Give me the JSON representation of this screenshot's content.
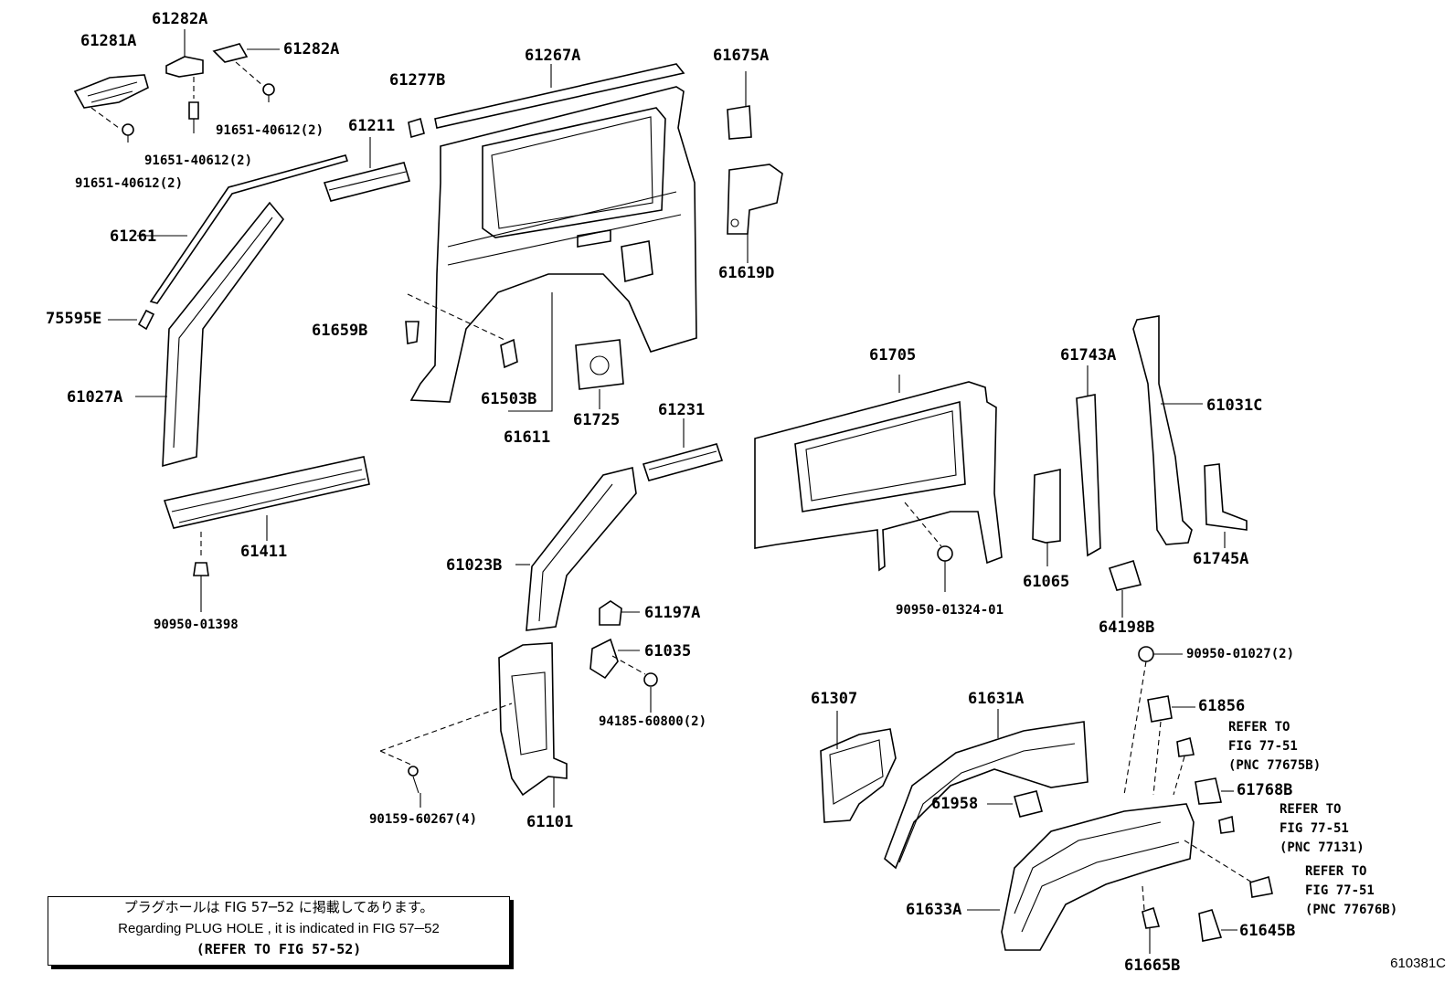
{
  "parts": {
    "p61281A": "61281A",
    "p61282A_1": "61282A",
    "p61282A_2": "61282A",
    "p91651_a": "91651-40612(2)",
    "p91651_b": "91651-40612(2)",
    "p91651_c": "91651-40612(2)",
    "p61267A": "61267A",
    "p61277B": "61277B",
    "p61211": "61211",
    "p61675A": "61675A",
    "p61619D": "61619D",
    "p61261": "61261",
    "p75595E": "75595E",
    "p61659B": "61659B",
    "p61027A": "61027A",
    "p61503B": "61503B",
    "p61611": "61611",
    "p61725": "61725",
    "p61231": "61231",
    "p61411": "61411",
    "p90950_01398": "90950-01398",
    "p61023B": "61023B",
    "p61197A": "61197A",
    "p61035": "61035",
    "p94185": "94185-60800(2)",
    "p90159": "90159-60267(4)",
    "p61101": "61101",
    "p61705": "61705",
    "p61743A": "61743A",
    "p61031C": "61031C",
    "p61065": "61065",
    "p61745A": "61745A",
    "p90950_01324": "90950-01324-01",
    "p64198B": "64198B",
    "p90950_01027": "90950-01027(2)",
    "p61856": "61856",
    "p61307": "61307",
    "p61631A": "61631A",
    "p61958": "61958",
    "p61768B": "61768B",
    "p61633A": "61633A",
    "p61645B": "61645B",
    "p61665B": "61665B"
  },
  "refs": {
    "r1": "REFER TO\nFIG 77-51\n(PNC 77675B)",
    "r2": "REFER TO\nFIG 77-51\n(PNC 77131)",
    "r3": "REFER TO\nFIG 77-51\n(PNC 77676B)"
  },
  "note": {
    "jp": "プラグホールは FIG 57─52 に掲載してあります。",
    "en": "Regarding  PLUG  HOLE , it is indicated in  FIG  57─52",
    "ref": "(REFER TO FIG 57-52)"
  },
  "figure_id": "610381C"
}
